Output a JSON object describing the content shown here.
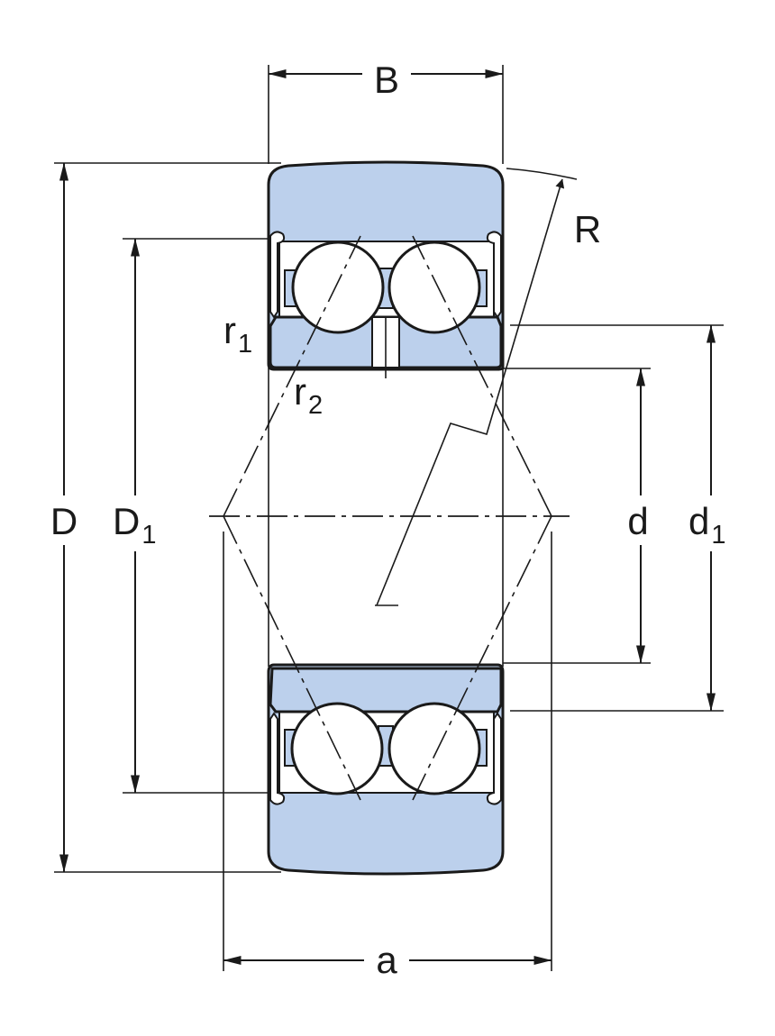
{
  "labels": {
    "B": "B",
    "R": "R",
    "r1": {
      "main": "r",
      "sub": "1"
    },
    "r2": {
      "main": "r",
      "sub": "2"
    },
    "D": "D",
    "D1": {
      "main": "D",
      "sub": "1"
    },
    "d": "d",
    "d1": {
      "main": "d",
      "sub": "1"
    },
    "a": "a"
  },
  "colors": {
    "ring_fill": "#bcd0ec",
    "line": "#1a1a1a",
    "ball_fill": "#ffffff"
  }
}
